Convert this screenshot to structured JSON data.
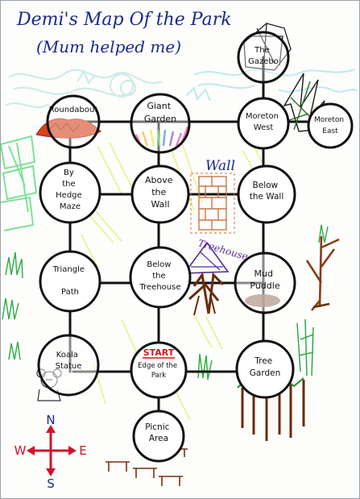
{
  "title": {
    "line1": "Demi's Map Of the Park",
    "line2": "(Mum helped me)"
  },
  "nodes": [
    {
      "id": "gazebo",
      "lines": [
        "The",
        "Gazebo"
      ]
    },
    {
      "id": "roundabout",
      "lines": [
        "Roundabout"
      ]
    },
    {
      "id": "giant-garden",
      "lines": [
        "Giant",
        "Garden"
      ]
    },
    {
      "id": "moreton-west",
      "lines": [
        "Moreton",
        "West"
      ]
    },
    {
      "id": "moreton-east",
      "lines": [
        "Moreton",
        "East"
      ]
    },
    {
      "id": "hedge-maze",
      "lines": [
        "By",
        "the",
        "Hedge",
        "Maze"
      ]
    },
    {
      "id": "above-wall",
      "lines": [
        "Above",
        "the",
        "Wall"
      ]
    },
    {
      "id": "below-wall",
      "lines": [
        "Below",
        "the Wall"
      ]
    },
    {
      "id": "triangle-path",
      "lines": [
        "Triangle",
        "",
        "Path"
      ]
    },
    {
      "id": "below-treehouse",
      "lines": [
        "Below",
        "the",
        "Treehouse"
      ]
    },
    {
      "id": "mud-puddle",
      "lines": [
        "Mud",
        "Puddle"
      ]
    },
    {
      "id": "koala-statue",
      "lines": [
        "Koala",
        "Statue"
      ]
    },
    {
      "id": "edge-of-park",
      "lines": [
        "Edge of the",
        "Park"
      ]
    },
    {
      "id": "tree-garden",
      "lines": [
        "Tree",
        "Garden"
      ]
    },
    {
      "id": "picnic-area",
      "lines": [
        "Picnic",
        "Area"
      ]
    }
  ],
  "labels": {
    "start": "START",
    "wall": "Wall",
    "treehouse": "Treehouse"
  },
  "compass": {
    "north": "N",
    "south": "S",
    "east": "E",
    "west": "W"
  },
  "colors": {
    "ink": "#111111",
    "title_blue": "#1a2a8a",
    "start_red": "#d01818",
    "compass_red": "#d4102a",
    "wall_brown": "#c8784a",
    "treehouse_purple": "#5a2d9a",
    "tree_brown": "#6b2a0c"
  }
}
